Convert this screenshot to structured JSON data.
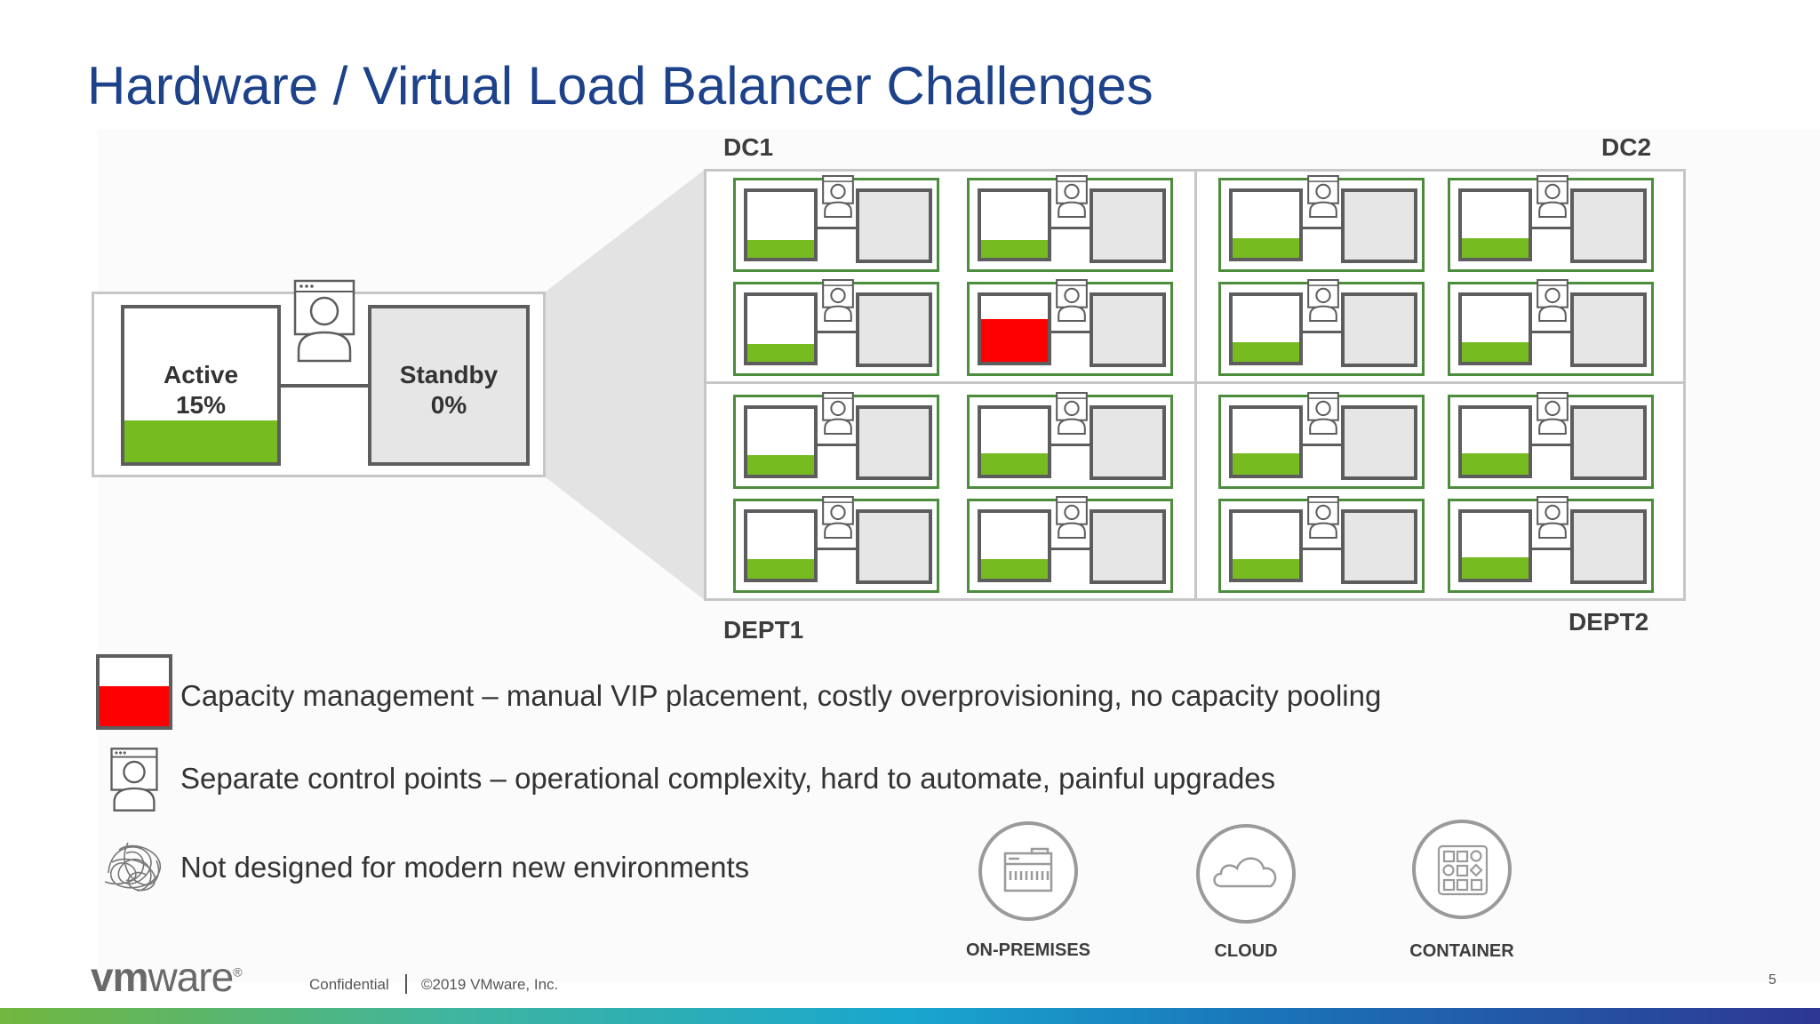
{
  "slide": {
    "title": "Hardware / Virtual Load Balancer Challenges",
    "page_number": "5"
  },
  "ha_pair": {
    "active_name": "Active",
    "active_value": "15%",
    "active_utilization": 0.27,
    "standby_name": "Standby",
    "standby_value": "0%",
    "standby_utilization": 0
  },
  "grid": {
    "labels": {
      "top_left": "DC1",
      "top_right": "DC2",
      "bottom_left": "DEPT1",
      "bottom_right": "DEPT2"
    },
    "pairs": [
      {
        "quadrant": "DC1",
        "active_utilization": 0.27,
        "status": "normal"
      },
      {
        "quadrant": "DC1",
        "active_utilization": 0.27,
        "status": "normal"
      },
      {
        "quadrant": "DC1",
        "active_utilization": 0.27,
        "status": "normal"
      },
      {
        "quadrant": "DC1",
        "active_utilization": 0.65,
        "status": "over-capacity"
      },
      {
        "quadrant": "DC2",
        "active_utilization": 0.3,
        "status": "normal"
      },
      {
        "quadrant": "DC2",
        "active_utilization": 0.3,
        "status": "normal"
      },
      {
        "quadrant": "DC2",
        "active_utilization": 0.3,
        "status": "normal"
      },
      {
        "quadrant": "DC2",
        "active_utilization": 0.3,
        "status": "normal"
      },
      {
        "quadrant": "DEPT1",
        "active_utilization": 0.3,
        "status": "normal"
      },
      {
        "quadrant": "DEPT1",
        "active_utilization": 0.33,
        "status": "normal"
      },
      {
        "quadrant": "DEPT1",
        "active_utilization": 0.3,
        "status": "normal"
      },
      {
        "quadrant": "DEPT1",
        "active_utilization": 0.3,
        "status": "normal"
      },
      {
        "quadrant": "DEPT2",
        "active_utilization": 0.33,
        "status": "normal"
      },
      {
        "quadrant": "DEPT2",
        "active_utilization": 0.33,
        "status": "normal"
      },
      {
        "quadrant": "DEPT2",
        "active_utilization": 0.3,
        "status": "normal"
      },
      {
        "quadrant": "DEPT2",
        "active_utilization": 0.33,
        "status": "normal"
      }
    ]
  },
  "legend": [
    {
      "icon": "capacity-box-icon",
      "text": "Capacity management – manual VIP placement, costly overprovisioning, no capacity pooling"
    },
    {
      "icon": "admin-console-icon",
      "text": "Separate control points – operational complexity, hard to automate, painful upgrades"
    },
    {
      "icon": "tangle-icon",
      "text": "Not designed for modern new environments"
    }
  ],
  "environments": [
    {
      "icon": "datacenter-icon",
      "label": "ON-PREMISES"
    },
    {
      "icon": "cloud-icon",
      "label": "CLOUD"
    },
    {
      "icon": "container-icon",
      "label": "CONTAINER"
    }
  ],
  "footer": {
    "logo_text_bold": "vm",
    "logo_text_light": "ware",
    "logo_mark": "®",
    "confidential": "Confidential",
    "copyright": "©2019 VMware, Inc."
  },
  "colors": {
    "title": "#1d428a",
    "utilization_ok": "#76bc21",
    "utilization_over": "#ff0000",
    "pair_border": "#4b8d3c",
    "unit_border": "#5d5d5d"
  }
}
